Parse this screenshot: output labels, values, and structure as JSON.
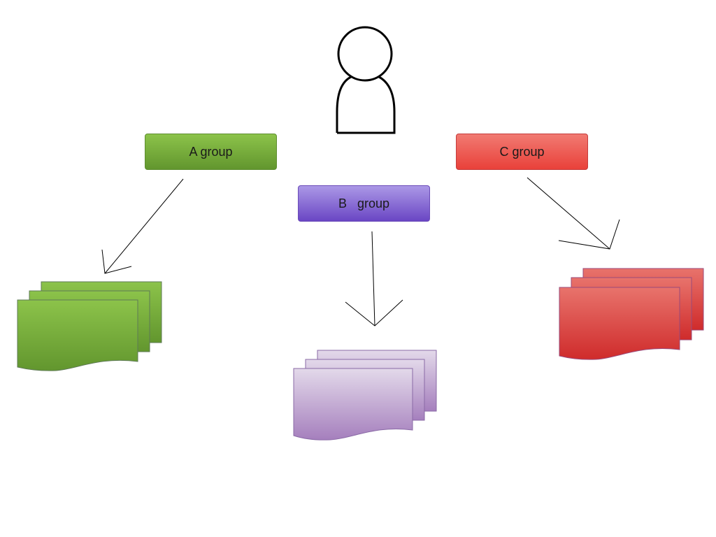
{
  "groups": [
    {
      "id": "a",
      "label": "A group",
      "color_top": "#8cc34a",
      "color_bottom": "#62962e",
      "stroke": "#5e8e30"
    },
    {
      "id": "b",
      "label": "B   group",
      "color_top": "#ab98e6",
      "color_bottom": "#6a46c4",
      "stroke": "#6a4ab8"
    },
    {
      "id": "c",
      "label": "C group",
      "color_top": "#f17a72",
      "color_bottom": "#e9413a",
      "stroke": "#c43c3c"
    }
  ],
  "documents": {
    "a": {
      "color_top": "#8cc34a",
      "color_bottom": "#62962e",
      "stroke": "#5e7a55"
    },
    "b": {
      "color_top": "#e3d9ea",
      "color_bottom": "#a57fbd",
      "stroke": "#8a6aa6"
    },
    "c": {
      "color_top": "#e8736c",
      "color_bottom": "#cf2b2b",
      "stroke": "#9a4a7a"
    }
  },
  "icons": {
    "person": "person-icon"
  }
}
